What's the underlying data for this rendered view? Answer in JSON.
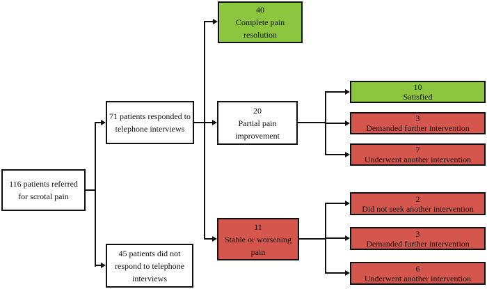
{
  "colors": {
    "green": "#8cc63f",
    "red": "#d5564d",
    "box_border": "#111111",
    "line": "#111111",
    "background": "#ffffff"
  },
  "flowchart": {
    "nodes": {
      "referred": {
        "label": "116 patients referred for scrotal pain"
      },
      "responded": {
        "label": "71 patients responded to telephone interviews"
      },
      "not_responded": {
        "label": "45 patients did not respond to telephone interviews"
      },
      "complete_resolution": {
        "value": "40",
        "label": "Complete pain resolution",
        "status_color": "green"
      },
      "partial_improvement": {
        "value": "20",
        "label": "Partial pain improvement",
        "status_color": "white"
      },
      "stable_worsening": {
        "value": "11",
        "label": "Stable or worsening pain",
        "status_color": "red"
      },
      "satisfied": {
        "value": "10",
        "label": "Satisfied",
        "status_color": "green"
      },
      "demanded_after_partial": {
        "value": "3",
        "label": "Demanded further intervention",
        "status_color": "red"
      },
      "underwent_after_partial": {
        "value": "7",
        "label": "Underwent another intervention",
        "status_color": "red"
      },
      "did_not_seek_after_stable": {
        "value": "2",
        "label": "Did not seek another intervention",
        "status_color": "red"
      },
      "demanded_after_stable": {
        "value": "3",
        "label": "Demanded further intervention",
        "status_color": "red"
      },
      "underwent_after_stable": {
        "value": "6",
        "label": "Underwent another intervention",
        "status_color": "red"
      }
    }
  }
}
